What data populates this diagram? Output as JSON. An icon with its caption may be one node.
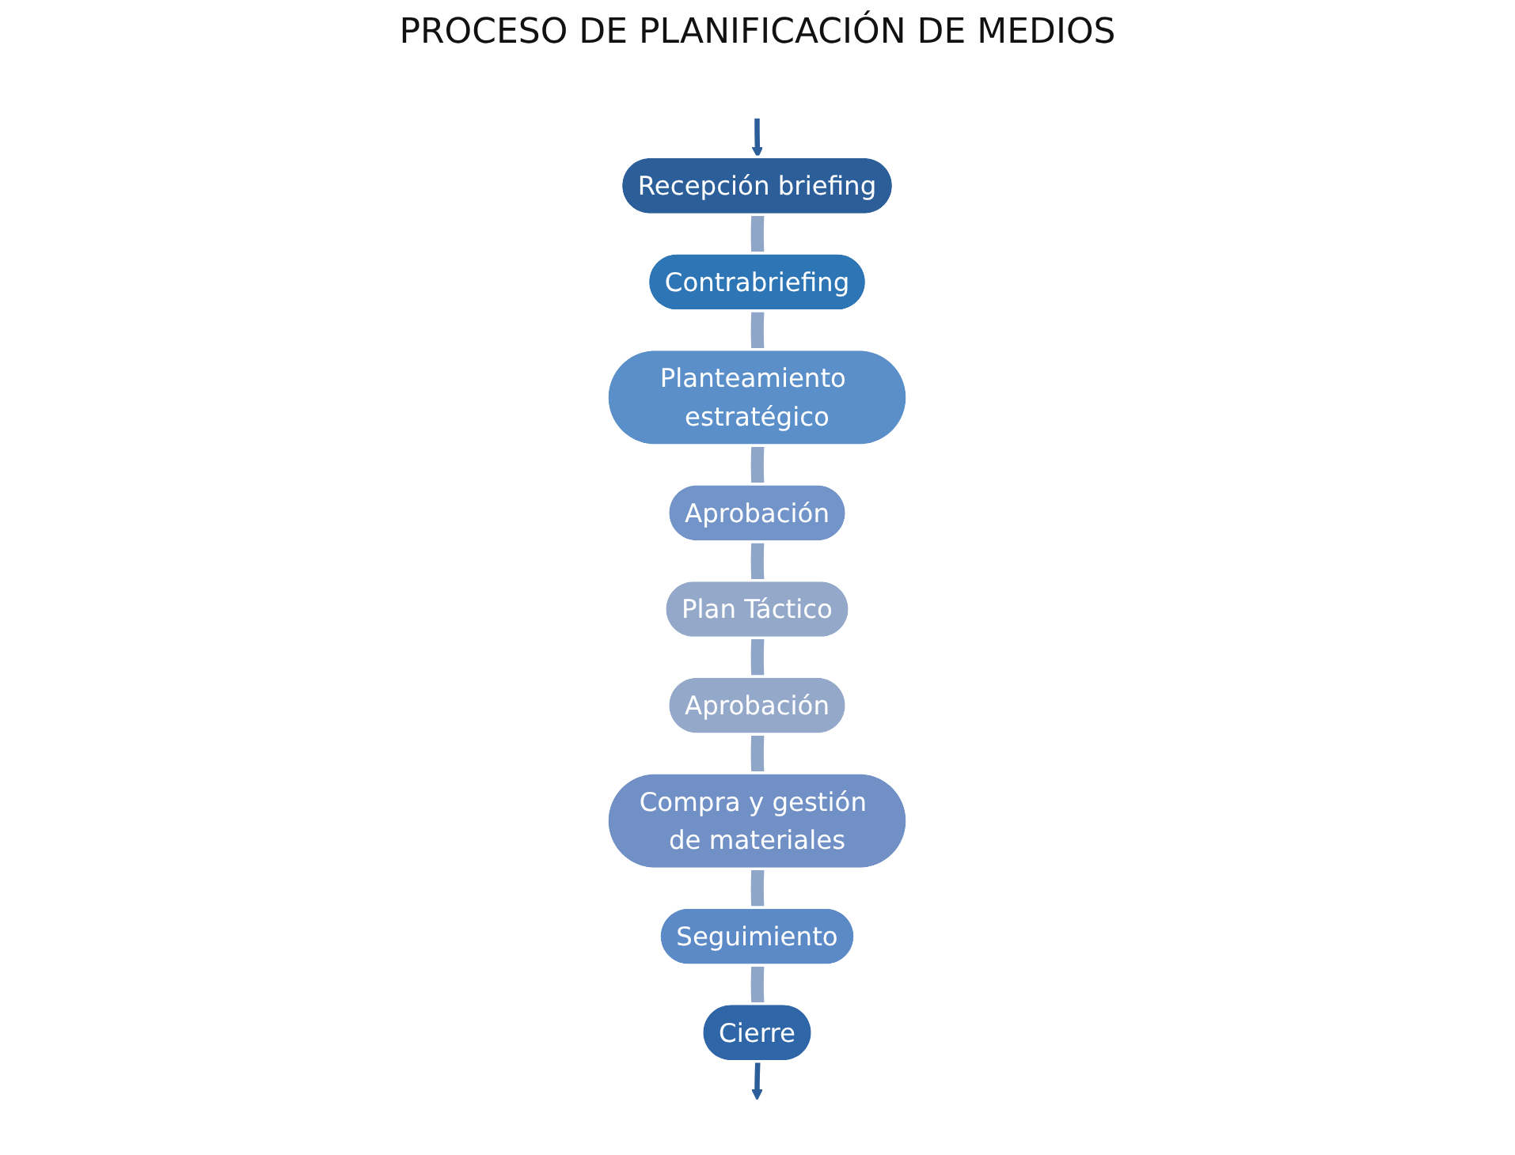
{
  "diagram": {
    "title": "PROCESO DE PLANIFICACIÓN DE MEDIOS",
    "nodes": [
      {
        "text": [
          "Recepción briefing"
        ]
      },
      {
        "text": [
          "Contrabriefing"
        ]
      },
      {
        "text": [
          "Planteamiento estratégico"
        ]
      },
      {
        "text": [
          "Aprobación"
        ]
      },
      {
        "text": [
          "Plan Táctico"
        ]
      },
      {
        "text": [
          "Aprobación"
        ]
      },
      {
        "text": [
          "Compra y gestión de materiales"
        ]
      },
      {
        "text": [
          "Seguimiento"
        ]
      },
      {
        "text": [
          "Cierre"
        ]
      }
    ],
    "edges": [
      {
        "from": null,
        "to": 0,
        "arrow": "to",
        "color": "#2c5f9a"
      },
      {
        "from": 0,
        "to": 1,
        "arrow": "none"
      },
      {
        "from": 1,
        "to": 2,
        "arrow": "none"
      },
      {
        "from": 2,
        "to": 3,
        "arrow": "none"
      },
      {
        "from": 3,
        "to": 4,
        "arrow": "none"
      },
      {
        "from": 4,
        "to": 5,
        "arrow": "none"
      },
      {
        "from": 5,
        "to": 6,
        "arrow": "none"
      },
      {
        "from": 6,
        "to": 7,
        "arrow": "none"
      },
      {
        "from": 7,
        "to": 8,
        "arrow": "none"
      },
      {
        "from": 8,
        "to": null,
        "arrow": "to",
        "color": "#2c5f9a"
      }
    ]
  }
}
